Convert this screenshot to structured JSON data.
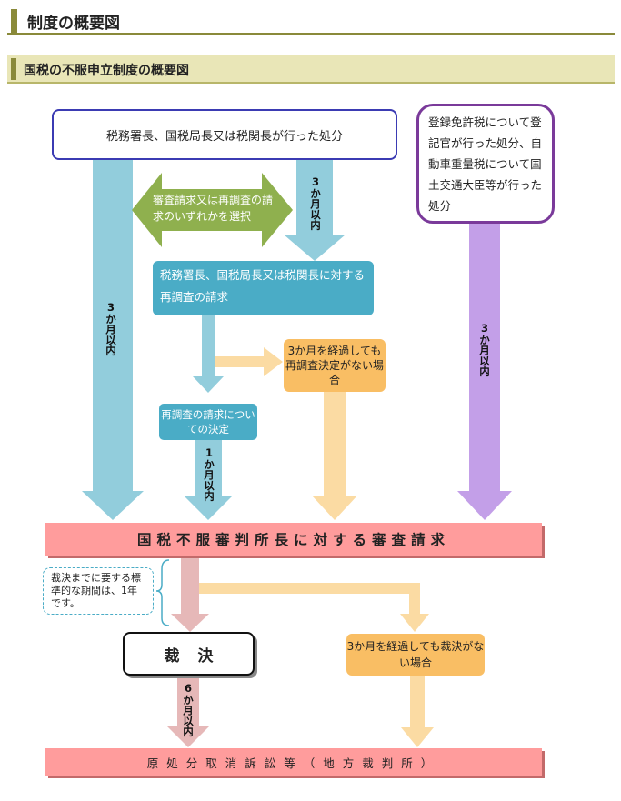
{
  "page": {
    "heading": "制度の概要図",
    "subheading": "国税の不服申立制度の概要図"
  },
  "diagram": {
    "top_box": "税務署長、国税局長又は税関長が行った処分",
    "purple_box": "登録免許税について登記官が行った処分、自動車重量税について国土交通大臣等が行った処分",
    "double_arrow_label": "審査請求又は再調査の請求のいずれかを選択",
    "label_3months_a": "3か月以内",
    "label_3months_b": "3か月以内",
    "label_3months_c": "3か月以内",
    "teal_box": "税務署長、国税局長又は税関長に対する再調査の請求",
    "orange_box_1": "3か月を経過しても再調査決定がない場合",
    "decision_box": "再調査の請求についての決定",
    "label_1month": "1か月以内",
    "shinsa_bar": "国税不服審判所長に対する審査請求",
    "note": "裁決までに要する標準的な期間は、1年です。",
    "saiketsu": "裁決",
    "orange_box_2": "3か月を経過しても裁決がない場合",
    "label_6months": "6か月以内",
    "court_bar": "原処分取消訴訟等（地方裁判所）",
    "colors": {
      "light_blue": "#92cddc",
      "teal": "#4aacc6",
      "green": "#8fb04e",
      "purple": "#c39fe8",
      "orange": "#f9be64",
      "light_orange": "#fbdba3",
      "pink": "#ff9c9c",
      "mauve": "#e6b8b8"
    }
  }
}
